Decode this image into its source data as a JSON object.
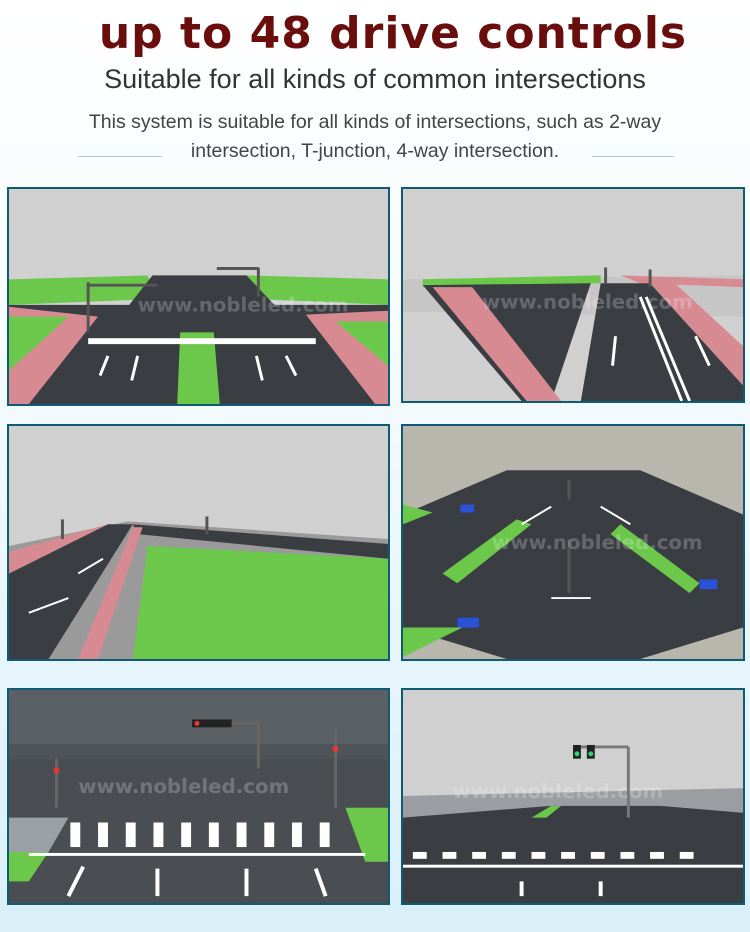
{
  "header": {
    "headline": "up to 48 drive controls",
    "subtitle": "Suitable for all kinds of common intersections",
    "description_line1": "This system is suitable for all kinds of intersections, such as 2-way",
    "description_line2": "intersection, T-junction, 4-way intersection."
  },
  "panels": [
    {
      "watermark": "www.nobleled.com"
    },
    {
      "watermark": "www.nobleled.com"
    },
    {
      "watermark": ""
    },
    {
      "watermark": "www.nobleled.com"
    },
    {
      "watermark": "www.nobleled.com"
    },
    {
      "watermark": "www.nobleled.com"
    }
  ],
  "colors": {
    "headline": "#6a0d0d",
    "panel_border": "#0f5b74",
    "asphalt": "#3a3d42",
    "grass": "#6cc84a",
    "sidewalk_pink": "#d88a93",
    "sky": "#cfcfcf"
  }
}
